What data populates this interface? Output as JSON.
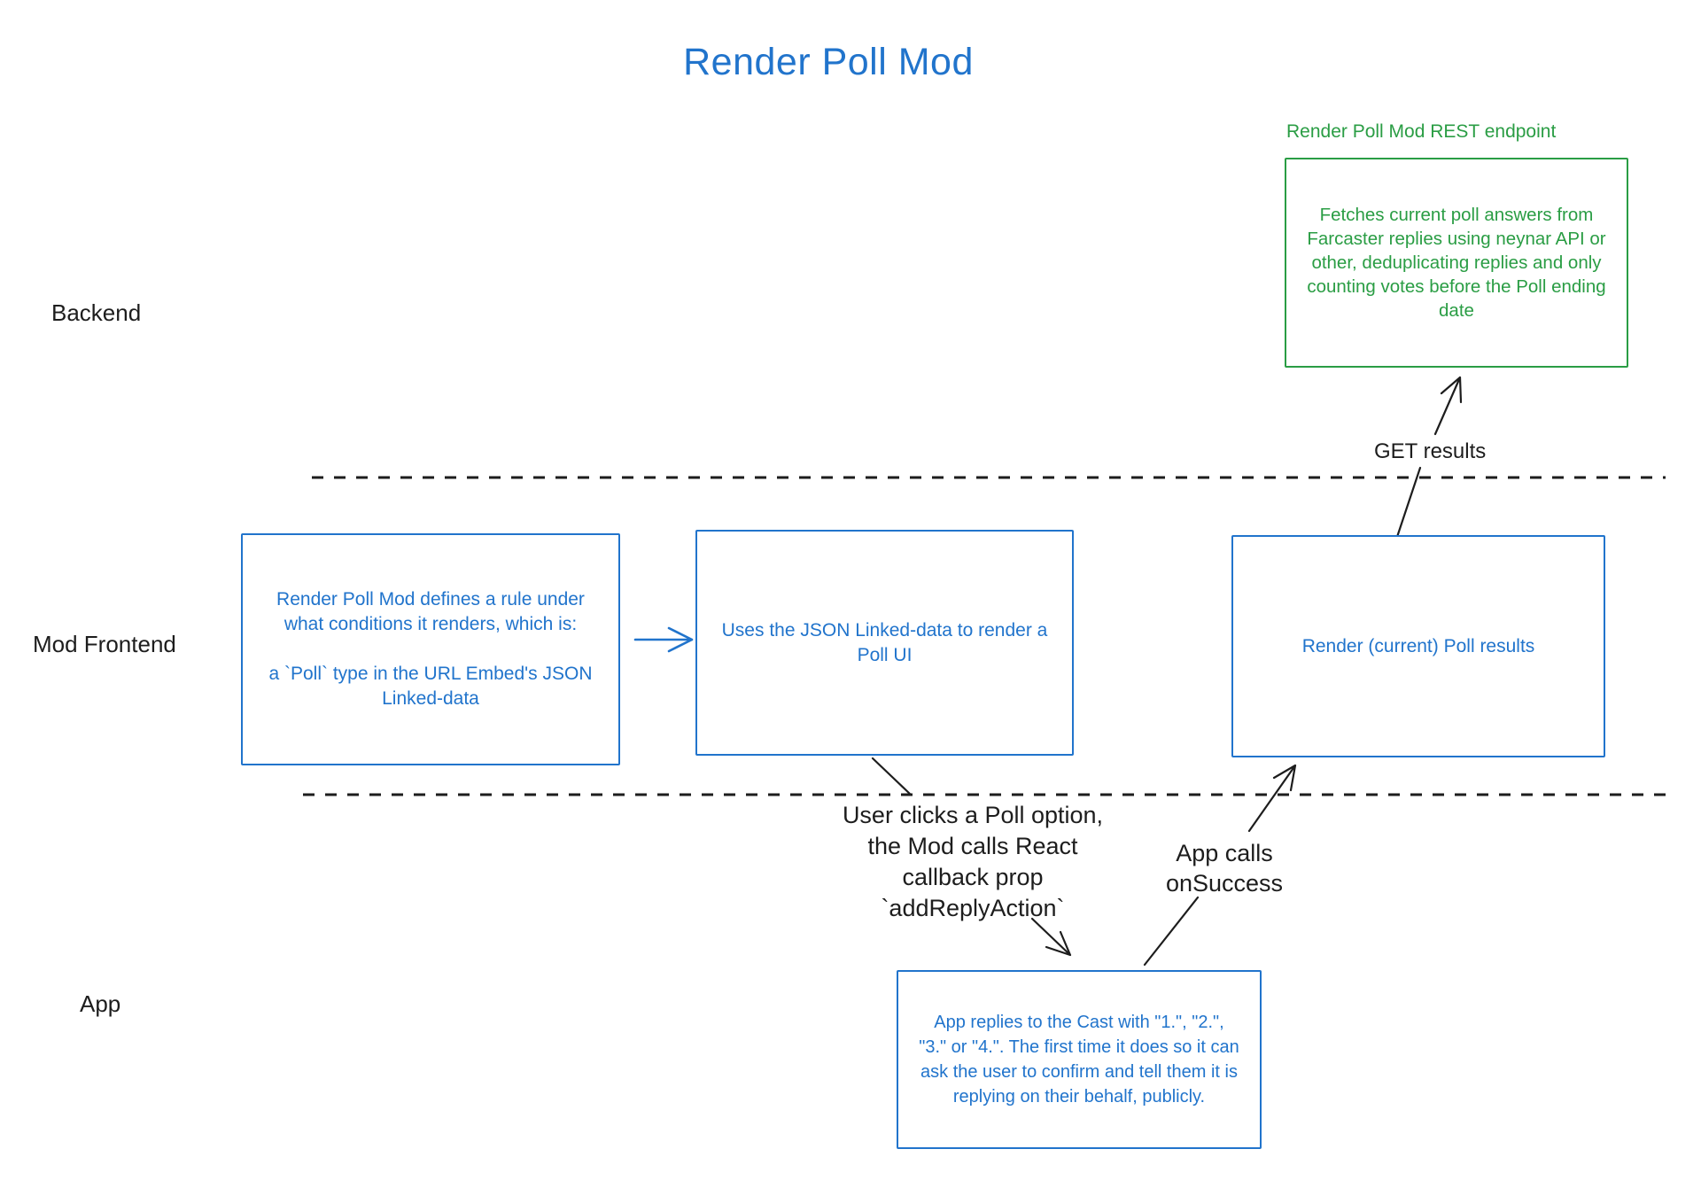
{
  "title": "Render Poll Mod",
  "lanes": {
    "backend": "Backend",
    "mod_frontend": "Mod Frontend",
    "app": "App"
  },
  "boxes": {
    "endpoint": {
      "heading": "Render Poll Mod REST endpoint",
      "body": "Fetches current poll answers from\nFarcaster replies using neynar API or\nother, deduplicating replies and only\ncounting votes before the Poll ending\ndate"
    },
    "rule": {
      "body": "Render Poll Mod defines a rule under\nwhat conditions it renders, which is:\n\na `Poll` type in the URL Embed's JSON\nLinked-data"
    },
    "poll_ui": {
      "body": "Uses the JSON Linked-data to render a\nPoll UI"
    },
    "poll_results": {
      "body": "Render (current) Poll results"
    },
    "app_reply": {
      "body": "App replies to the Cast with \"1.\", \"2.\",\n\"3.\" or \"4.\". The first time it does so it can\nask the user to confirm and tell them it is\nreplying on their behalf, publicly."
    }
  },
  "annotations": {
    "user_clicks": "User clicks a Poll option,\nthe Mod calls React\ncallback prop\n`addReplyAction`",
    "app_calls": "App calls\nonSuccess",
    "get_results": "GET results"
  },
  "colors": {
    "blue": "#2174cc",
    "green": "#2a9d44",
    "ink": "#1d1d1d"
  }
}
